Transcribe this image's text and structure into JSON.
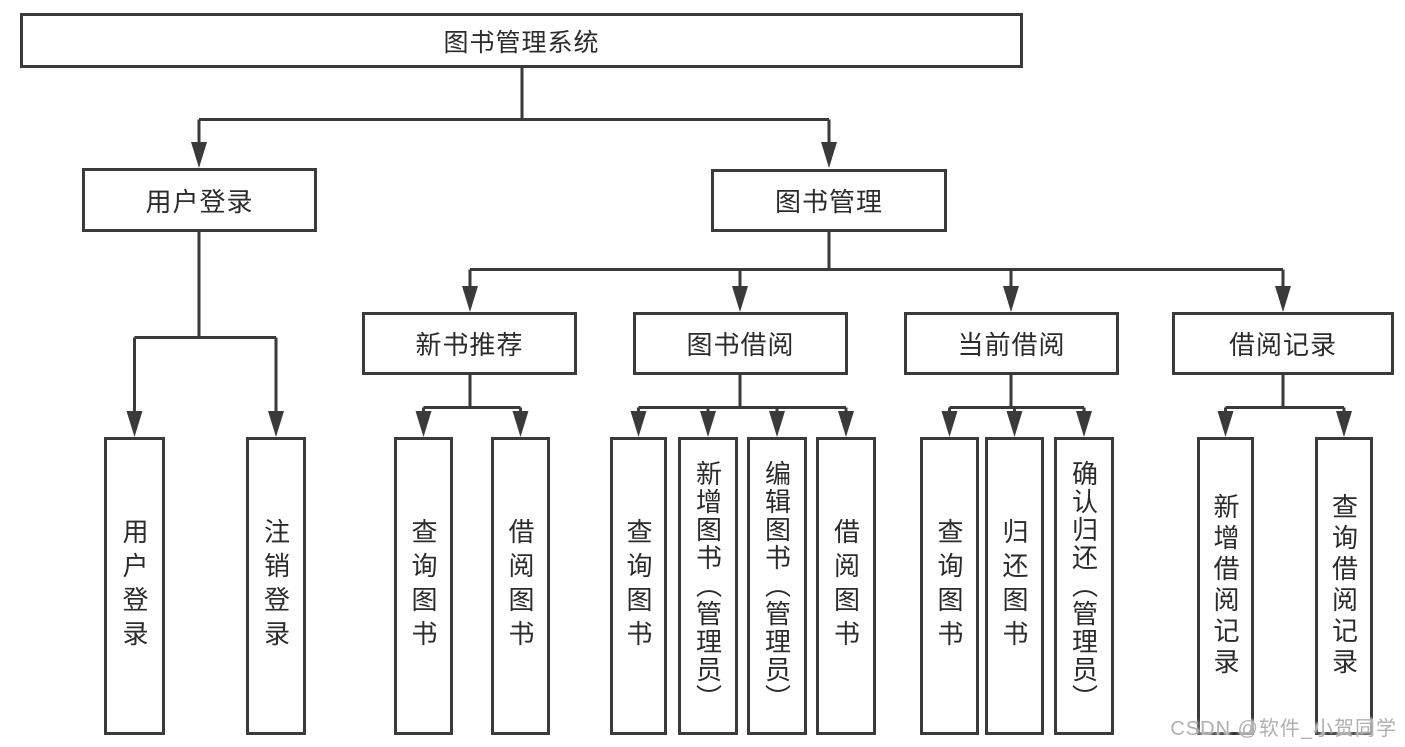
{
  "colors": {
    "line": "#3a3a3a",
    "text": "#2b2b2b",
    "watermark": "#b0b0b0",
    "background": "#ffffff"
  },
  "watermark": {
    "text": "CSDN @软件_小贺同学"
  },
  "tree": {
    "label": "图书管理系统",
    "children": [
      {
        "label": "用户登录",
        "children": [
          {
            "label": "用户登录"
          },
          {
            "label": "注销登录"
          }
        ]
      },
      {
        "label": "图书管理",
        "children": [
          {
            "label": "新书推荐",
            "children": [
              {
                "label": "查询图书"
              },
              {
                "label": "借阅图书"
              }
            ]
          },
          {
            "label": "图书借阅",
            "children": [
              {
                "label": "查询图书"
              },
              {
                "label": "新增图书（管理员）"
              },
              {
                "label": "编辑图书（管理员）"
              },
              {
                "label": "借阅图书"
              }
            ]
          },
          {
            "label": "当前借阅",
            "children": [
              {
                "label": "查询图书"
              },
              {
                "label": "归还图书"
              },
              {
                "label": "确认归还（管理员）"
              }
            ]
          },
          {
            "label": "借阅记录",
            "children": [
              {
                "label": "新增借阅记录"
              },
              {
                "label": "查询借阅记录"
              }
            ]
          }
        ]
      }
    ]
  }
}
